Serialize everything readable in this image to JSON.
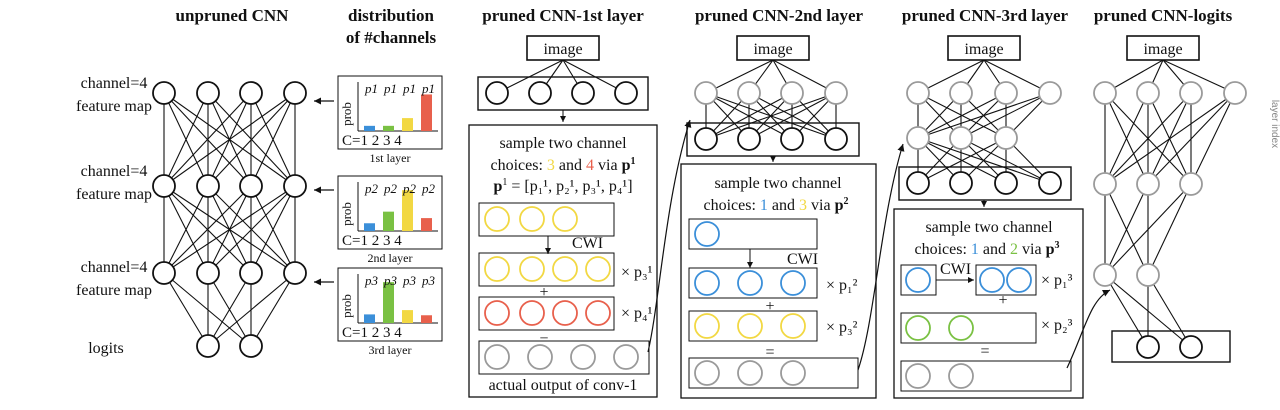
{
  "titles": {
    "unpruned": "unpruned CNN",
    "dist_line1": "distribution",
    "dist_line2": "of #channels",
    "p1": "pruned CNN-1st layer",
    "p2": "pruned CNN-2nd layer",
    "p3": "pruned CNN-3rd layer",
    "plogits": "pruned CNN-logits"
  },
  "unpruned_labels": {
    "ch1_a": "channel=4",
    "ch1_b": "feature map",
    "ch2_a": "channel=4",
    "ch2_b": "feature map",
    "ch3_a": "channel=4",
    "ch3_b": "feature map",
    "logits": "logits"
  },
  "image_label": "image",
  "histograms": [
    {
      "caption": "1st layer",
      "values": [
        0.12,
        0.12,
        0.3,
        0.85
      ],
      "colors": [
        "#3b8fd9",
        "#7ac143",
        "#f2d843",
        "#e8604c"
      ],
      "p_sup": "1"
    },
    {
      "caption": "2nd layer",
      "values": [
        0.18,
        0.45,
        0.95,
        0.3
      ],
      "colors": [
        "#3b8fd9",
        "#7ac143",
        "#f2d843",
        "#e8604c"
      ],
      "p_sup": "2"
    },
    {
      "caption": "3rd layer",
      "values": [
        0.2,
        0.95,
        0.3,
        0.18
      ],
      "colors": [
        "#3b8fd9",
        "#7ac143",
        "#f2d843",
        "#e8604c"
      ],
      "p_sup": "3"
    }
  ],
  "hist_axis": {
    "ylabel": "prob",
    "xprefix": "C=1",
    "x2": "2",
    "x3": "3",
    "x4": "4"
  },
  "box1": {
    "line1": "sample two channel",
    "line2_pre": "choices: ",
    "line2_a": "3",
    "line2_mid": " and ",
    "line2_b": "4",
    "line2_post": " via ",
    "line2_p": "p",
    "line2_sup": "1",
    "line3": "p",
    "line3_sup": "1",
    "line3_rest": " = [p₁¹, p₂¹, p₃¹, p₄¹]",
    "cwi": "CWI",
    "mult_a": "× p₃¹",
    "mult_b": "× p₄¹",
    "plus": "+",
    "eq": "=",
    "footer": "actual output of conv-1"
  },
  "box2": {
    "line1": "sample two channel",
    "line2_pre": "choices: ",
    "line2_a": "1",
    "line2_mid": " and ",
    "line2_b": "3",
    "line2_post": " via ",
    "line2_p": "p",
    "line2_sup": "2",
    "cwi": "CWI",
    "mult_a": "× p₁²",
    "mult_b": "× p₃²",
    "plus": "+",
    "eq": "="
  },
  "box3": {
    "line1": "sample two channel",
    "line2_pre": "choices: ",
    "line2_a": "1",
    "line2_mid": " and ",
    "line2_b": "2",
    "line2_post": " via ",
    "line2_p": "p",
    "line2_sup": "3",
    "cwi": "CWI",
    "mult_a": "× p₁³",
    "mult_b": "× p₂³",
    "plus": "+",
    "eq": "="
  },
  "side_index": "layer index",
  "colors": {
    "blue": "#3b8fd9",
    "green": "#7ac143",
    "yellow": "#f2d843",
    "red": "#e8604c",
    "gray": "#9a9a9a"
  }
}
